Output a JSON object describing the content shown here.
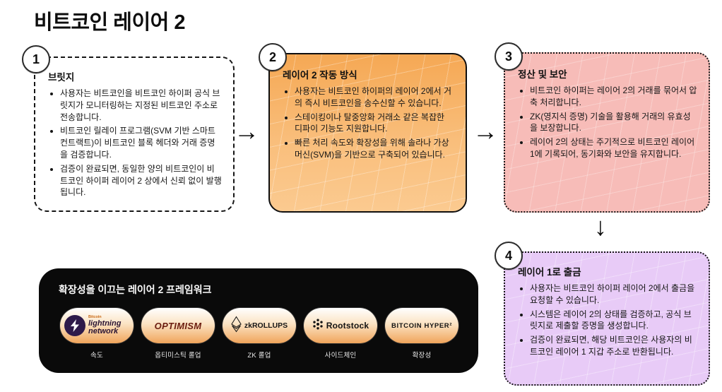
{
  "page": {
    "title": "비트코인 레이어 2"
  },
  "icons": {
    "arrow_right": "→",
    "arrow_down": "↓"
  },
  "steps": [
    {
      "number": "1",
      "title": "브릿지",
      "bullets": [
        "사용자는 비트코인을 비트코인 하이퍼 공식 브릿지가 모니터링하는 지정된 비트코인 주소로 전송합니다.",
        "비트코인 릴레이 프로그램(SVM 기반 스마트 컨트랙트)이 비트코인 블록 헤더와 거래 증명을 검증합니다.",
        "검증이 완료되면, 동일한 양의 비트코인이 비트코인 하이퍼 레이어 2 상에서 신뢰 없이 발행됩니다."
      ]
    },
    {
      "number": "2",
      "title": "레이어 2 작동 방식",
      "bullets": [
        "사용자는 비트코인 하이퍼의 레이어 2에서 거의 즉시 비트코인을 송수신할 수 있습니다.",
        "스테이킹이나 탈중앙화 거래소 같은 복잡한 디파이 기능도 지원합니다.",
        "빠른 처리 속도와 확장성을 위해 솔라나 가상머신(SVM)을 기반으로 구축되어 있습니다."
      ]
    },
    {
      "number": "3",
      "title": "정산 및 보안",
      "bullets": [
        "비트코인 하이퍼는 레이어 2의 거래를 묶어서 압축 처리합니다.",
        "ZK(영지식 증명) 기술을 활용해 거래의 유효성을 보장합니다.",
        "레이어 2의 상태는 주기적으로 비트코인 레이어 1에 기록되어, 동기화와 보안을 유지합니다."
      ]
    },
    {
      "number": "4",
      "title": "레이어 1로 출금",
      "bullets": [
        "사용자는 비트코인 하이퍼 레이어 2에서 출금을 요청할 수 있습니다.",
        "시스템은 레이어 2의 상태를 검증하고, 공식 브릿지로 제출할 증명을 생성합니다.",
        "검증이 완료되면, 해당 비트코인은 사용자의 비트코인 레이어 1 지갑 주소로 반환됩니다."
      ]
    }
  ],
  "framework": {
    "title": "확장성을 이끄는 레이어 2 프레임워크",
    "items": [
      {
        "name": "lightning-network",
        "brand_top": "Bitcoin",
        "logo_text": "lightning network",
        "label": "속도"
      },
      {
        "name": "optimism",
        "logo_text": "OPTIMISM",
        "label": "옵티미스틱 롤업"
      },
      {
        "name": "zk-rollups",
        "logo_text": "zkROLLUPS",
        "label": "ZK 롤업"
      },
      {
        "name": "rootstock",
        "logo_text": "Rootstock",
        "label": "사이드체인"
      },
      {
        "name": "bitcoin-hyper",
        "logo_text": "BITCOIN HYPER²",
        "label": "확장성"
      }
    ]
  },
  "colors": {
    "step2_bg_top": "#F5A854",
    "step2_bg_bottom": "#FBCA90",
    "step3_bg": "#F7BCB8",
    "step4_bg": "#E8CBF7",
    "framework_bg": "#0A0A0A",
    "pill_bg_top": "#FFFFFF",
    "pill_bg_bottom": "#F0A45B",
    "lightning_circle": "#2E1A4A",
    "optimism_text": "#6B1D10",
    "ink": "#111111"
  }
}
